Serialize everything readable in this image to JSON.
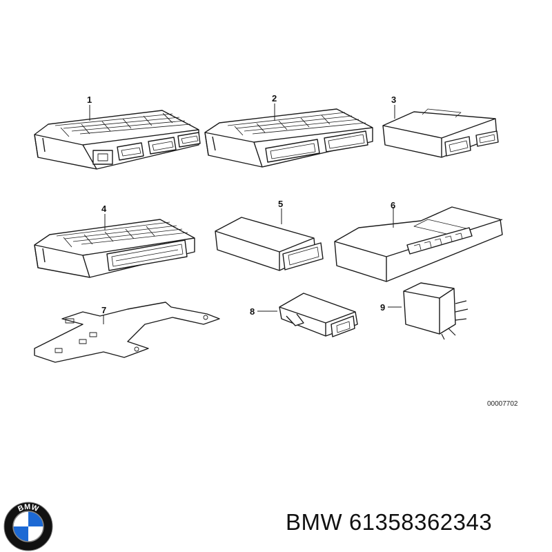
{
  "diagram": {
    "parts": [
      {
        "label": "1"
      },
      {
        "label": "2"
      },
      {
        "label": "3"
      },
      {
        "label": "4"
      },
      {
        "label": "5"
      },
      {
        "label": "6"
      },
      {
        "label": "7"
      },
      {
        "label": "8"
      },
      {
        "label": "9"
      }
    ],
    "reference_code": "00007702"
  },
  "footer": {
    "brand": "BMW",
    "part_number": "61358362343",
    "logo_text": "BMW",
    "logo_colors": {
      "ring": "#111111",
      "blue": "#1c69d4",
      "white": "#ffffff"
    }
  }
}
